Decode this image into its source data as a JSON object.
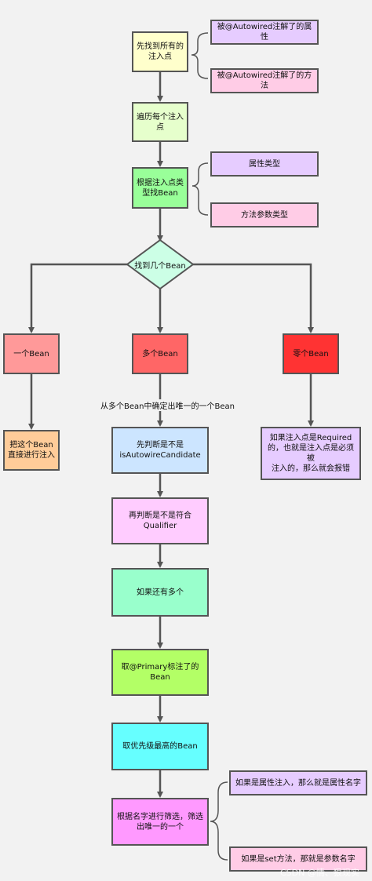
{
  "nodes": {
    "start": "先找到所有的\n注入点",
    "note_autowired_field": "被@Autowired注解了的属性",
    "note_autowired_method": "被@Autowired注解了的方法",
    "iterate": "遍历每个注入\n点",
    "find_by_type": "根据注入点类\n型找Bean",
    "note_field_type": "属性类型",
    "note_param_type": "方法参数类型",
    "decision": "找到几个Bean",
    "one_bean": "一个Bean",
    "many_bean": "多个Bean",
    "zero_bean": "零个Bean",
    "inject_one": "把这个Bean\n直接进行注入",
    "required_note": "如果注入点是Required\n的，也就是注入点是必须被\n注入的，那么就会报错",
    "check_candidate": "先判断是不是\nisAutowireCandidate",
    "check_qualifier": "再判断是不是符合\nQualifier",
    "still_many": "如果还有多个",
    "primary": "取@Primary标注了的\nBean",
    "priority": "取优先级最高的Bean",
    "by_name": "根据名字进行筛选，筛选\n出唯一的一个",
    "note_field_name": "如果是属性注入，那么就是属性名字",
    "note_set_name": "如果是set方法，那就是参数名字"
  },
  "edge_label": "从多个Bean中确定出唯一的一个Bean",
  "watermark": "CSDN @情、狠现实",
  "colors": {
    "background": "#f2f2f2",
    "arrow": "#555555",
    "start": "#ffffcc",
    "iterate": "#e6ffcc",
    "find_by_type": "#99ff99",
    "decision": "#ccffe6",
    "one_bean": "#ff9999",
    "many_bean": "#ff6666",
    "zero_bean": "#ff3333",
    "inject_one": "#ffcc99",
    "required_note": "#e6ccff",
    "check_candidate": "#cce5ff",
    "check_qualifier": "#ffccff",
    "still_many": "#99ffcc",
    "primary": "#b3ff66",
    "priority": "#66ffff",
    "by_name": "#ff99ff",
    "note_purple": "#e6ccff",
    "note_pink": "#ffcce6"
  }
}
